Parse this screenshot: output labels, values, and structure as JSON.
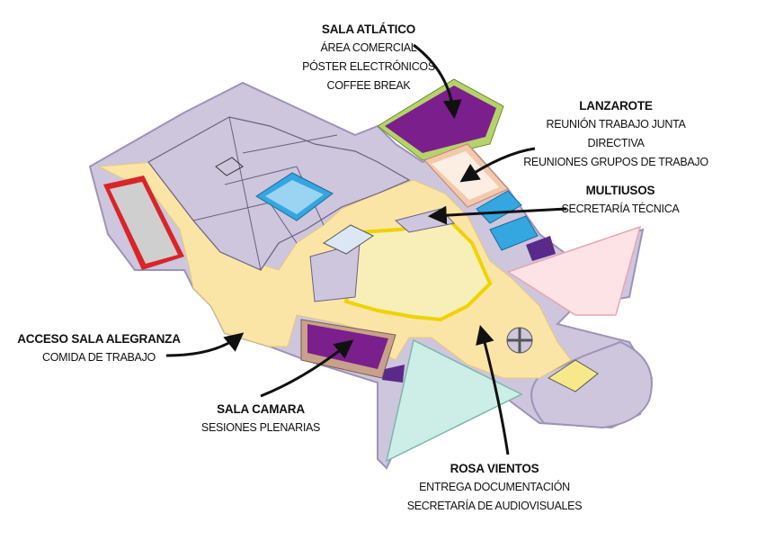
{
  "labels": {
    "sala_atlantico": {
      "title": "SALA ATLÁTICO",
      "lines": [
        "ÁREA COMERCIAL",
        "PÓSTER ELECTRÓNICOS",
        "COFFEE BREAK"
      ]
    },
    "lanzarote": {
      "title": "LANZAROTE",
      "lines": [
        "REUNIÓN TRABAJO JUNTA DIRECTIVA",
        "REUNIONES GRUPOS DE TRABAJO"
      ]
    },
    "multiusos": {
      "title": "MULTIUSOS",
      "lines": [
        "SECRETARÍA TÉCNICA"
      ]
    },
    "acceso_sala_alegranza": {
      "title": "ACCESO SALA ALEGRANZA",
      "lines": [
        "COMIDA DE TRABAJO"
      ]
    },
    "sala_camara": {
      "title": "SALA CAMARA",
      "lines": [
        "SESIONES PLENARIAS"
      ]
    },
    "rosa_vientos": {
      "title": "ROSA VIENTOS",
      "lines": [
        "ENTREGA DOCUMENTACIÓN",
        "SECRETARÍA DE AUDIOVISUALES"
      ]
    }
  },
  "colors": {
    "corridor": "#fbe5a6",
    "block": "#cdc6dc",
    "wall": "#9e93b8",
    "purple_room": "#7b1f8c",
    "green_trim": "#b5d36a",
    "salmon": "#f3c9ac",
    "pink_room": "#fde3e6",
    "teal_room": "#cdeee6",
    "yellow_center": "#f8efb8",
    "yellow_wall": "#f0d200",
    "blue_rooms": "#34a6e0",
    "red_room": "#d9242a",
    "arrow": "#111111"
  }
}
